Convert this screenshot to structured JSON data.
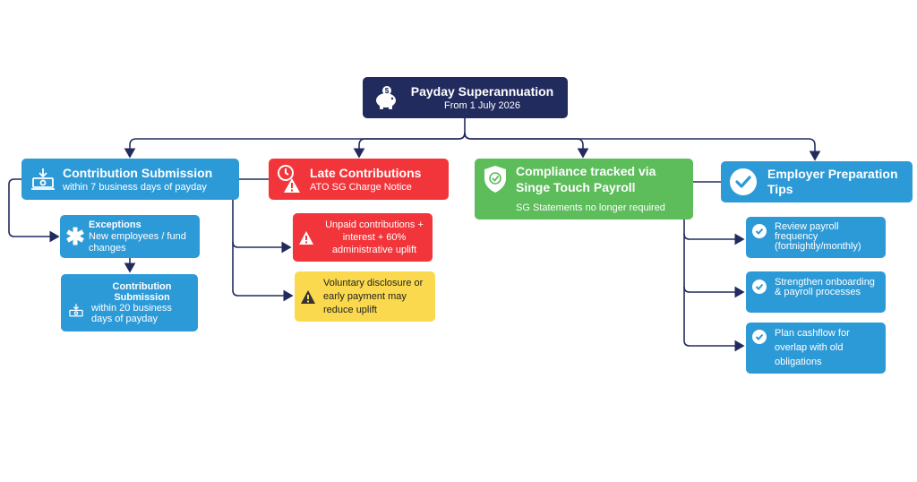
{
  "colors": {
    "navy": "#222b5e",
    "blue": "#2d9ad8",
    "red": "#f2353a",
    "green": "#5cbd5a",
    "yellow": "#fbd94f",
    "connector": "#222b5e"
  },
  "root": {
    "icon": "piggy-bank-icon",
    "title": "Payday Superannuation",
    "subtitle": "From 1 July 2026"
  },
  "branches": {
    "contribution": {
      "icon": "cash-deposit-icon",
      "title": "Contribution Submission",
      "subtitle": "within 7 business days of payday",
      "children": [
        {
          "icon": "asterisk-icon",
          "title": "Exceptions",
          "text": "New employees / fund changes"
        },
        {
          "icon": "cash-deposit-icon",
          "title": "Contribution Submission",
          "text": "within 20 business days of payday"
        }
      ]
    },
    "late": {
      "icon": "clock-warning-icon",
      "title": "Late Contributions",
      "subtitle": "ATO SG Charge Notice",
      "children": [
        {
          "icon": "warning-icon",
          "text": "Unpaid contributions + interest + 60% administrative uplift"
        },
        {
          "icon": "warning-icon",
          "text": "Voluntary disclosure or early payment may reduce uplift"
        }
      ]
    },
    "compliance": {
      "icon": "shield-check-icon",
      "title": "Compliance tracked via Singe Touch Payroll",
      "subtitle": "SG Statements no longer required"
    },
    "employer": {
      "icon": "check-circle-icon",
      "title": "Employer Preparation Tips",
      "children": [
        {
          "icon": "check-circle-icon",
          "text": "Review payroll frequency (fortnightly/monthly)"
        },
        {
          "icon": "check-circle-icon",
          "text": "Strengthen onboarding & payroll processes"
        },
        {
          "icon": "check-circle-icon",
          "text": "Plan cashflow for overlap with old obligations"
        }
      ]
    }
  }
}
